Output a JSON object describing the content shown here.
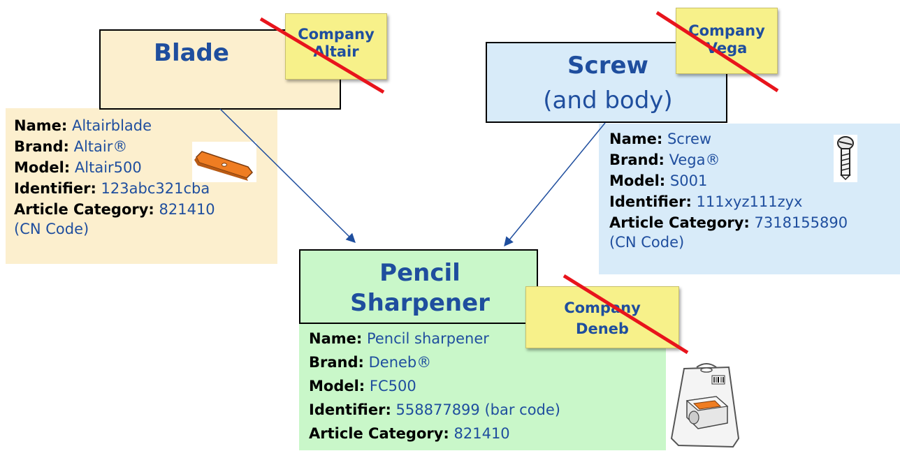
{
  "blade": {
    "title": "Blade",
    "company_line1": "Company",
    "company_line2": "Altair",
    "rows": [
      {
        "key": "Name:",
        "value": "Altairblade"
      },
      {
        "key": "Brand:",
        "value": "Altair®"
      },
      {
        "key": "Model:",
        "value": "Altair500"
      },
      {
        "key": "Identifier:",
        "value": "123abc321cba"
      },
      {
        "key": "Article Category:",
        "value": "821410"
      }
    ],
    "extra": "(CN Code)",
    "icon": "blade-icon"
  },
  "screw": {
    "title": "Screw",
    "subtitle": "(and body)",
    "company_line1": "Company",
    "company_line2": "Vega",
    "rows": [
      {
        "key": "Name:",
        "value": "Screw"
      },
      {
        "key": "Brand:",
        "value": "Vega®"
      },
      {
        "key": "Model:",
        "value": "S001"
      },
      {
        "key": "Identifier:",
        "value": "111xyz111zyx"
      },
      {
        "key": "Article Category:",
        "value": "7318155890"
      }
    ],
    "extra": "(CN Code)",
    "icon": "screw-icon"
  },
  "sharpener": {
    "title_line1": "Pencil",
    "title_line2": "Sharpener",
    "company_line1": "Company",
    "company_line2": "Deneb",
    "rows": [
      {
        "key": "Name:",
        "value": "Pencil sharpener"
      },
      {
        "key": "Brand:",
        "value": "Deneb®"
      },
      {
        "key": "Model:",
        "value": "FC500"
      },
      {
        "key": "Identifier:",
        "value": "558877899 (bar code)"
      },
      {
        "key": "Article Category:",
        "value": "821410"
      }
    ],
    "icon": "packaged-sharpener-icon"
  },
  "colors": {
    "blade_bg": "#fcefce",
    "screw_bg": "#d8ebf9",
    "sharpener_bg": "#c9f7c9",
    "note_bg": "#f7f18a",
    "text_blue": "#1f4e9e",
    "strike_red": "#e8141c",
    "arrow": "#1f4e9e"
  }
}
